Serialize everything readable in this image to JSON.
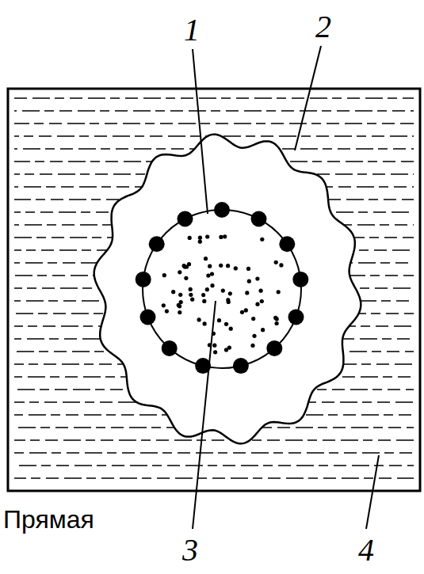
{
  "diagram": {
    "labels": [
      "1",
      "2",
      "3",
      "4",
      "Прямая"
    ]
  }
}
